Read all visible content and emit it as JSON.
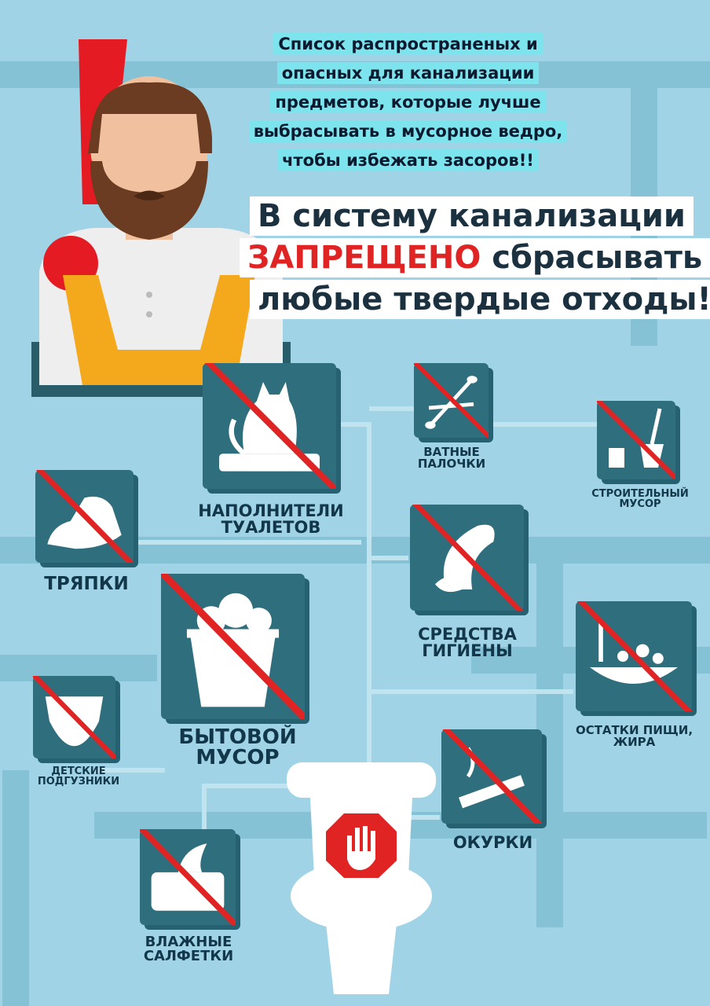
{
  "note_lines": [
    "Список распространеных и",
    "опасных для канализации",
    "предметов, которые лучше",
    "выбрасывать в мусорное ведро,",
    "чтобы избежать засоров!!"
  ],
  "headline": {
    "line1": "В систему канализации",
    "line2_red": "ЗАПРЕЩЕНО",
    "line2_rest": " сбрасывать",
    "line3": "любые твердые отходы!"
  },
  "items": {
    "cat_litter": [
      "НАПОЛНИТЕЛИ",
      "ТУАЛЕТОВ"
    ],
    "cotton_swabs": [
      "ВАТНЫЕ",
      "ПАЛОЧКИ"
    ],
    "construction": [
      "СТРОИТЕЛЬНЫЙ",
      "МУСОР"
    ],
    "rags": [
      "ТРЯПКИ"
    ],
    "hygiene": [
      "СРЕДСТВА",
      "ГИГИЕНЫ"
    ],
    "household": [
      "БЫТОВОЙ",
      "МУСОР"
    ],
    "food": [
      "ОСТАТКИ ПИЩИ,",
      "ЖИРА"
    ],
    "diapers": [
      "ДЕТСКИЕ",
      "ПОДГУЗНИКИ"
    ],
    "butts": [
      "ОКУРКИ"
    ],
    "wipes": [
      "ВЛАЖНЫЕ",
      "САЛФЕТКИ"
    ]
  },
  "colors": {
    "background": "#9fd3e5",
    "tile": "#2f6e7c",
    "cross": "#e02424",
    "highlight": "#7de3ec",
    "text": "#12374a"
  }
}
